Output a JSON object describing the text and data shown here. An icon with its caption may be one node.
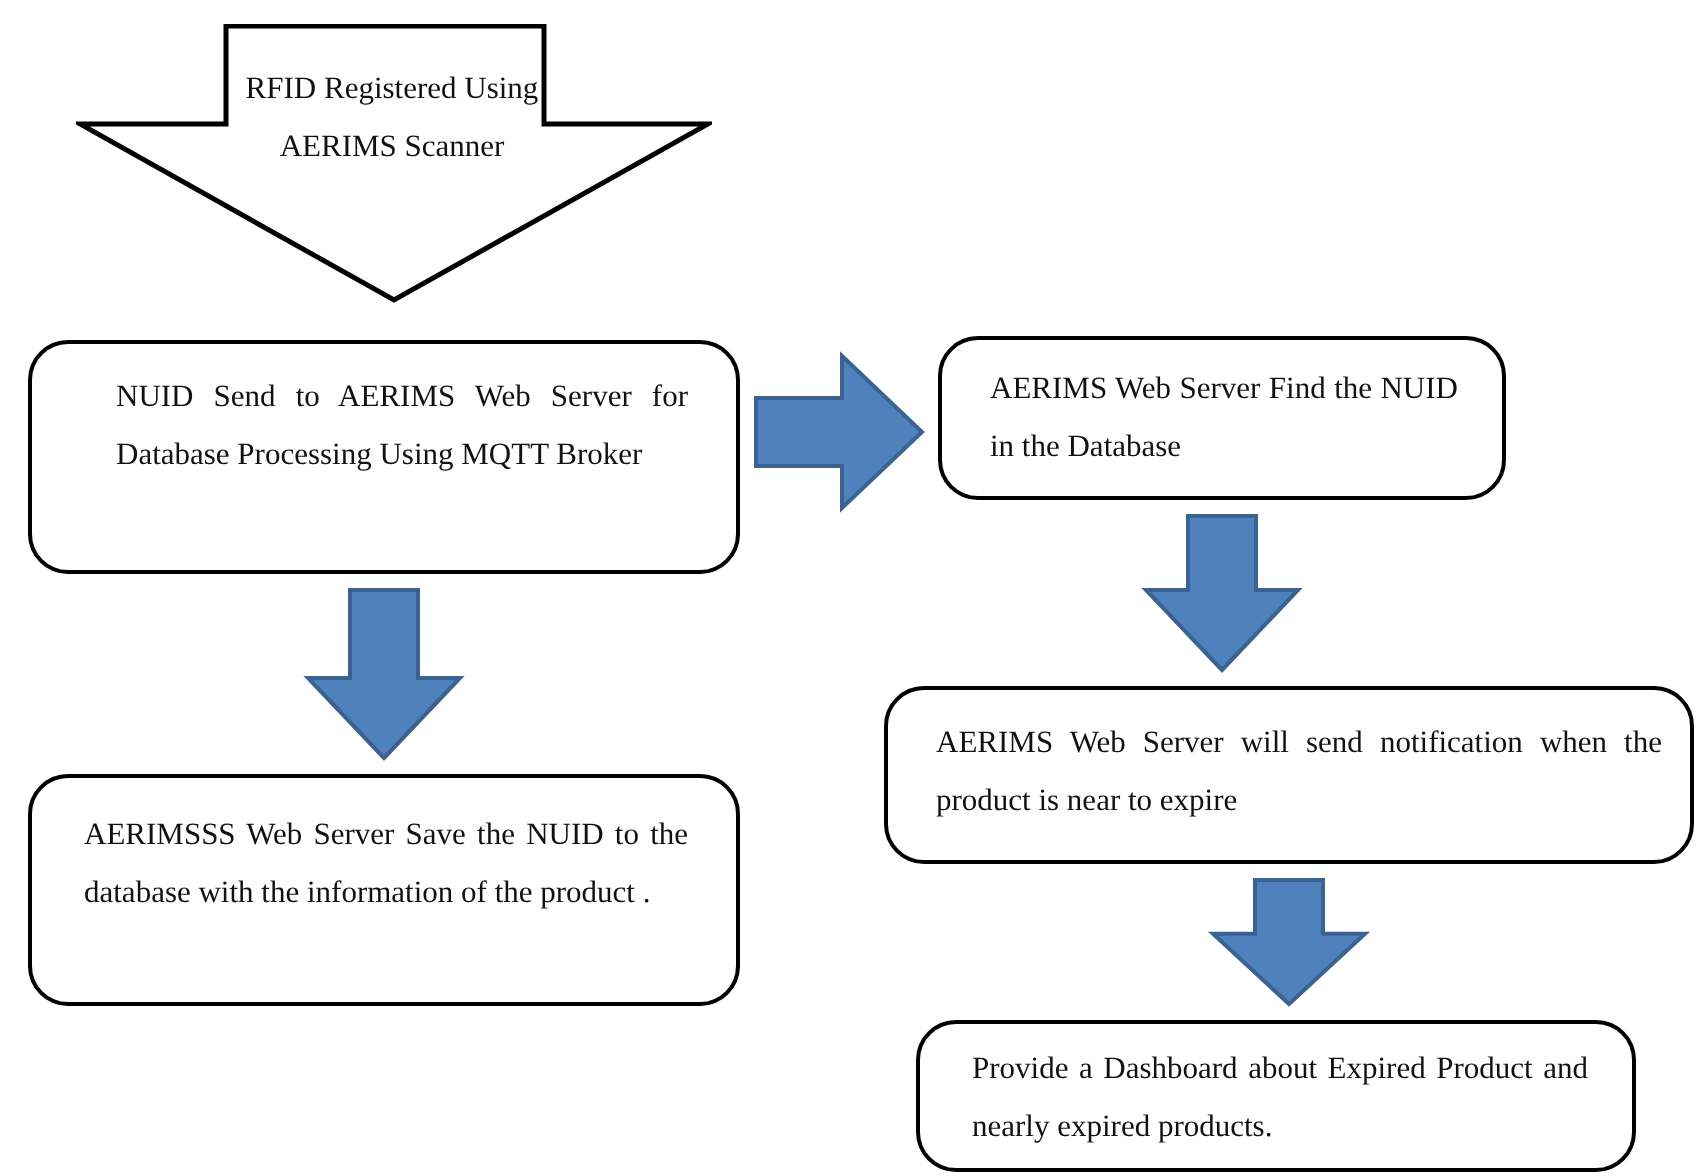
{
  "diagram": {
    "nodes": [
      {
        "text": [
          "RFID Registered Using AERIMS Scanner"
        ]
      },
      {
        "text": [
          "NUID Send to AERIMS Web Server for Database Processing Using MQTT Broker"
        ]
      },
      {
        "text": [
          "AERIMS Web Server Find the NUID in the Database"
        ]
      },
      {
        "text": [
          "AERIMSSS Web Server Save the NUID to the database with the information of the product ."
        ]
      },
      {
        "text": [
          "AERIMS Web Server will send notification when the product is near to expire"
        ]
      },
      {
        "text": [
          "Provide a Dashboard about Expired Product and nearly expired products."
        ]
      }
    ],
    "edges": [
      {
        "from": 1,
        "to": 2,
        "arrow": "to",
        "style": "thick",
        "color": "#4f81bd"
      },
      {
        "from": 1,
        "to": 3,
        "arrow": "to",
        "style": "thick",
        "color": "#4f81bd"
      },
      {
        "from": 2,
        "to": 4,
        "arrow": "to",
        "style": "thick",
        "color": "#4f81bd"
      },
      {
        "from": 4,
        "to": 5,
        "arrow": "to",
        "style": "thick",
        "color": "#4f81bd"
      }
    ]
  }
}
